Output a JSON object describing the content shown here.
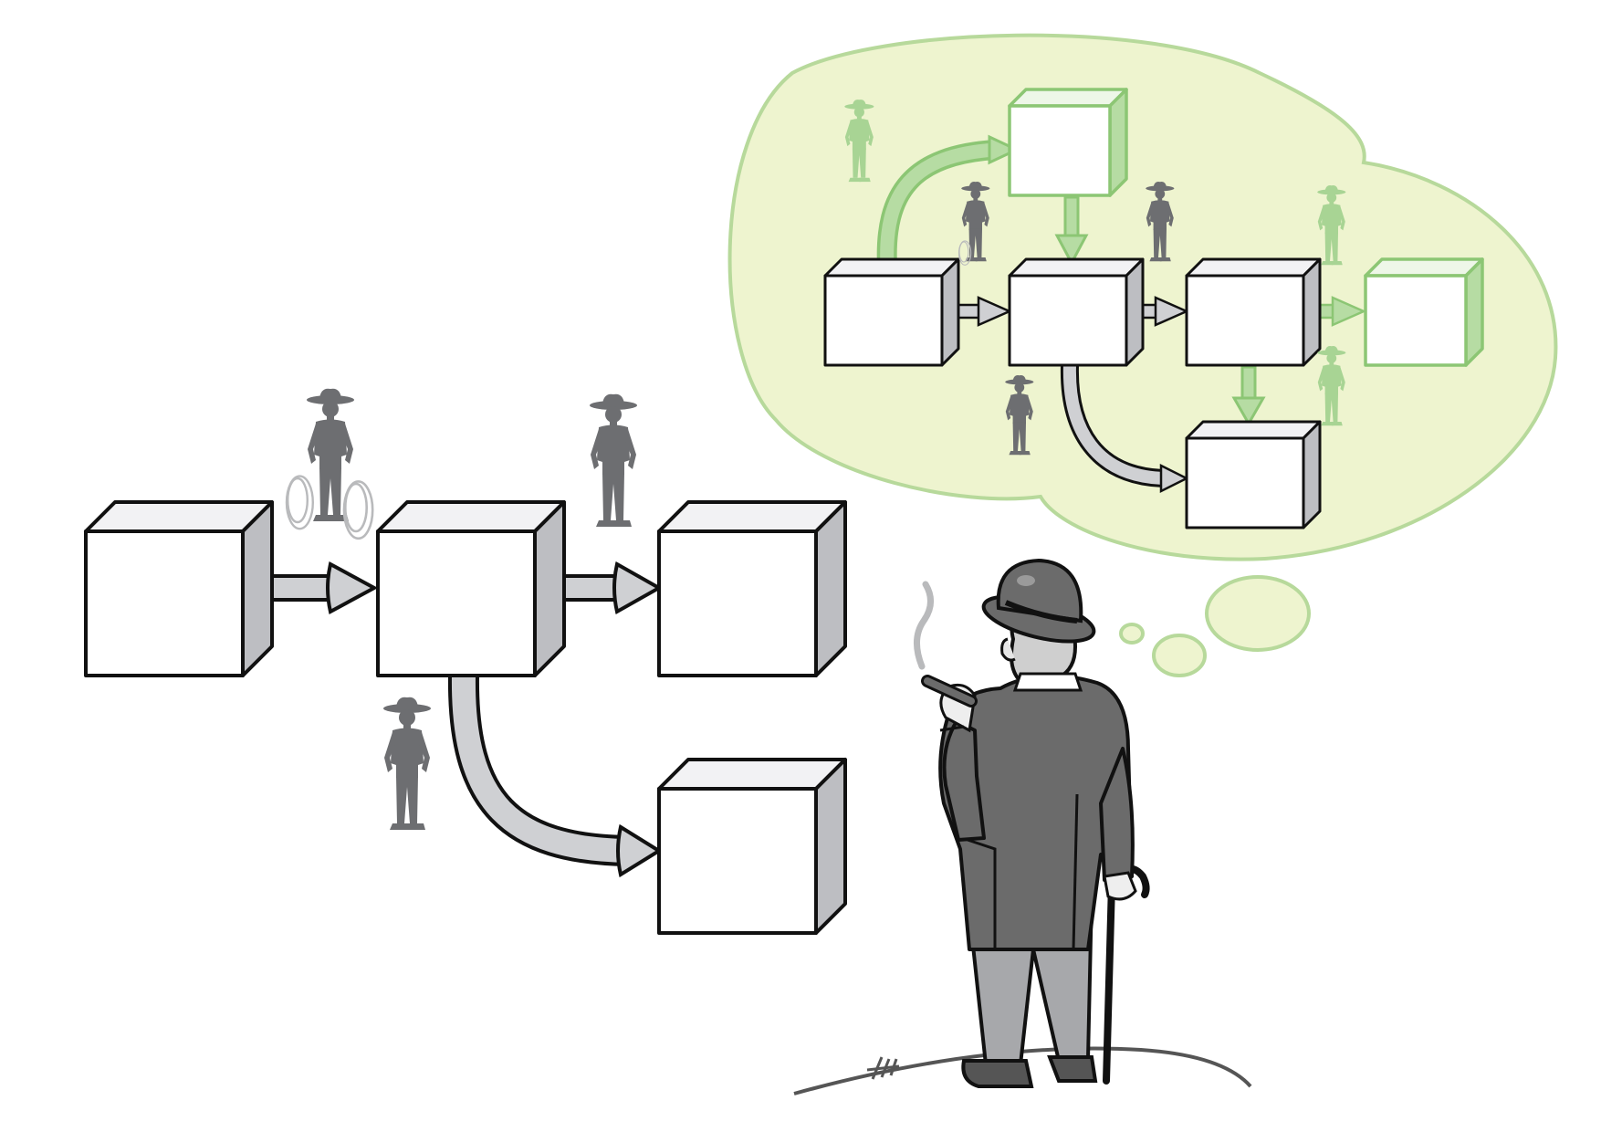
{
  "palette": {
    "ink": "#111111",
    "cube_side": "#bdbec2",
    "arrow_fill": "#cfd0d3",
    "cowboy_gray": "#6d6e71",
    "thought_fill": "#eef4cf",
    "thought_stroke": "#b7d99b",
    "green_accent": "#9fd08a",
    "green_stroke": "#8cc674",
    "suit_gray": "#6b6b6b",
    "trouser_gray": "#a7a8ab"
  },
  "figures": {
    "cowboys_on_flow": 3,
    "cowboys_in_thought": 6,
    "boxes_on_flow": 4,
    "boxes_in_thought": 6
  }
}
